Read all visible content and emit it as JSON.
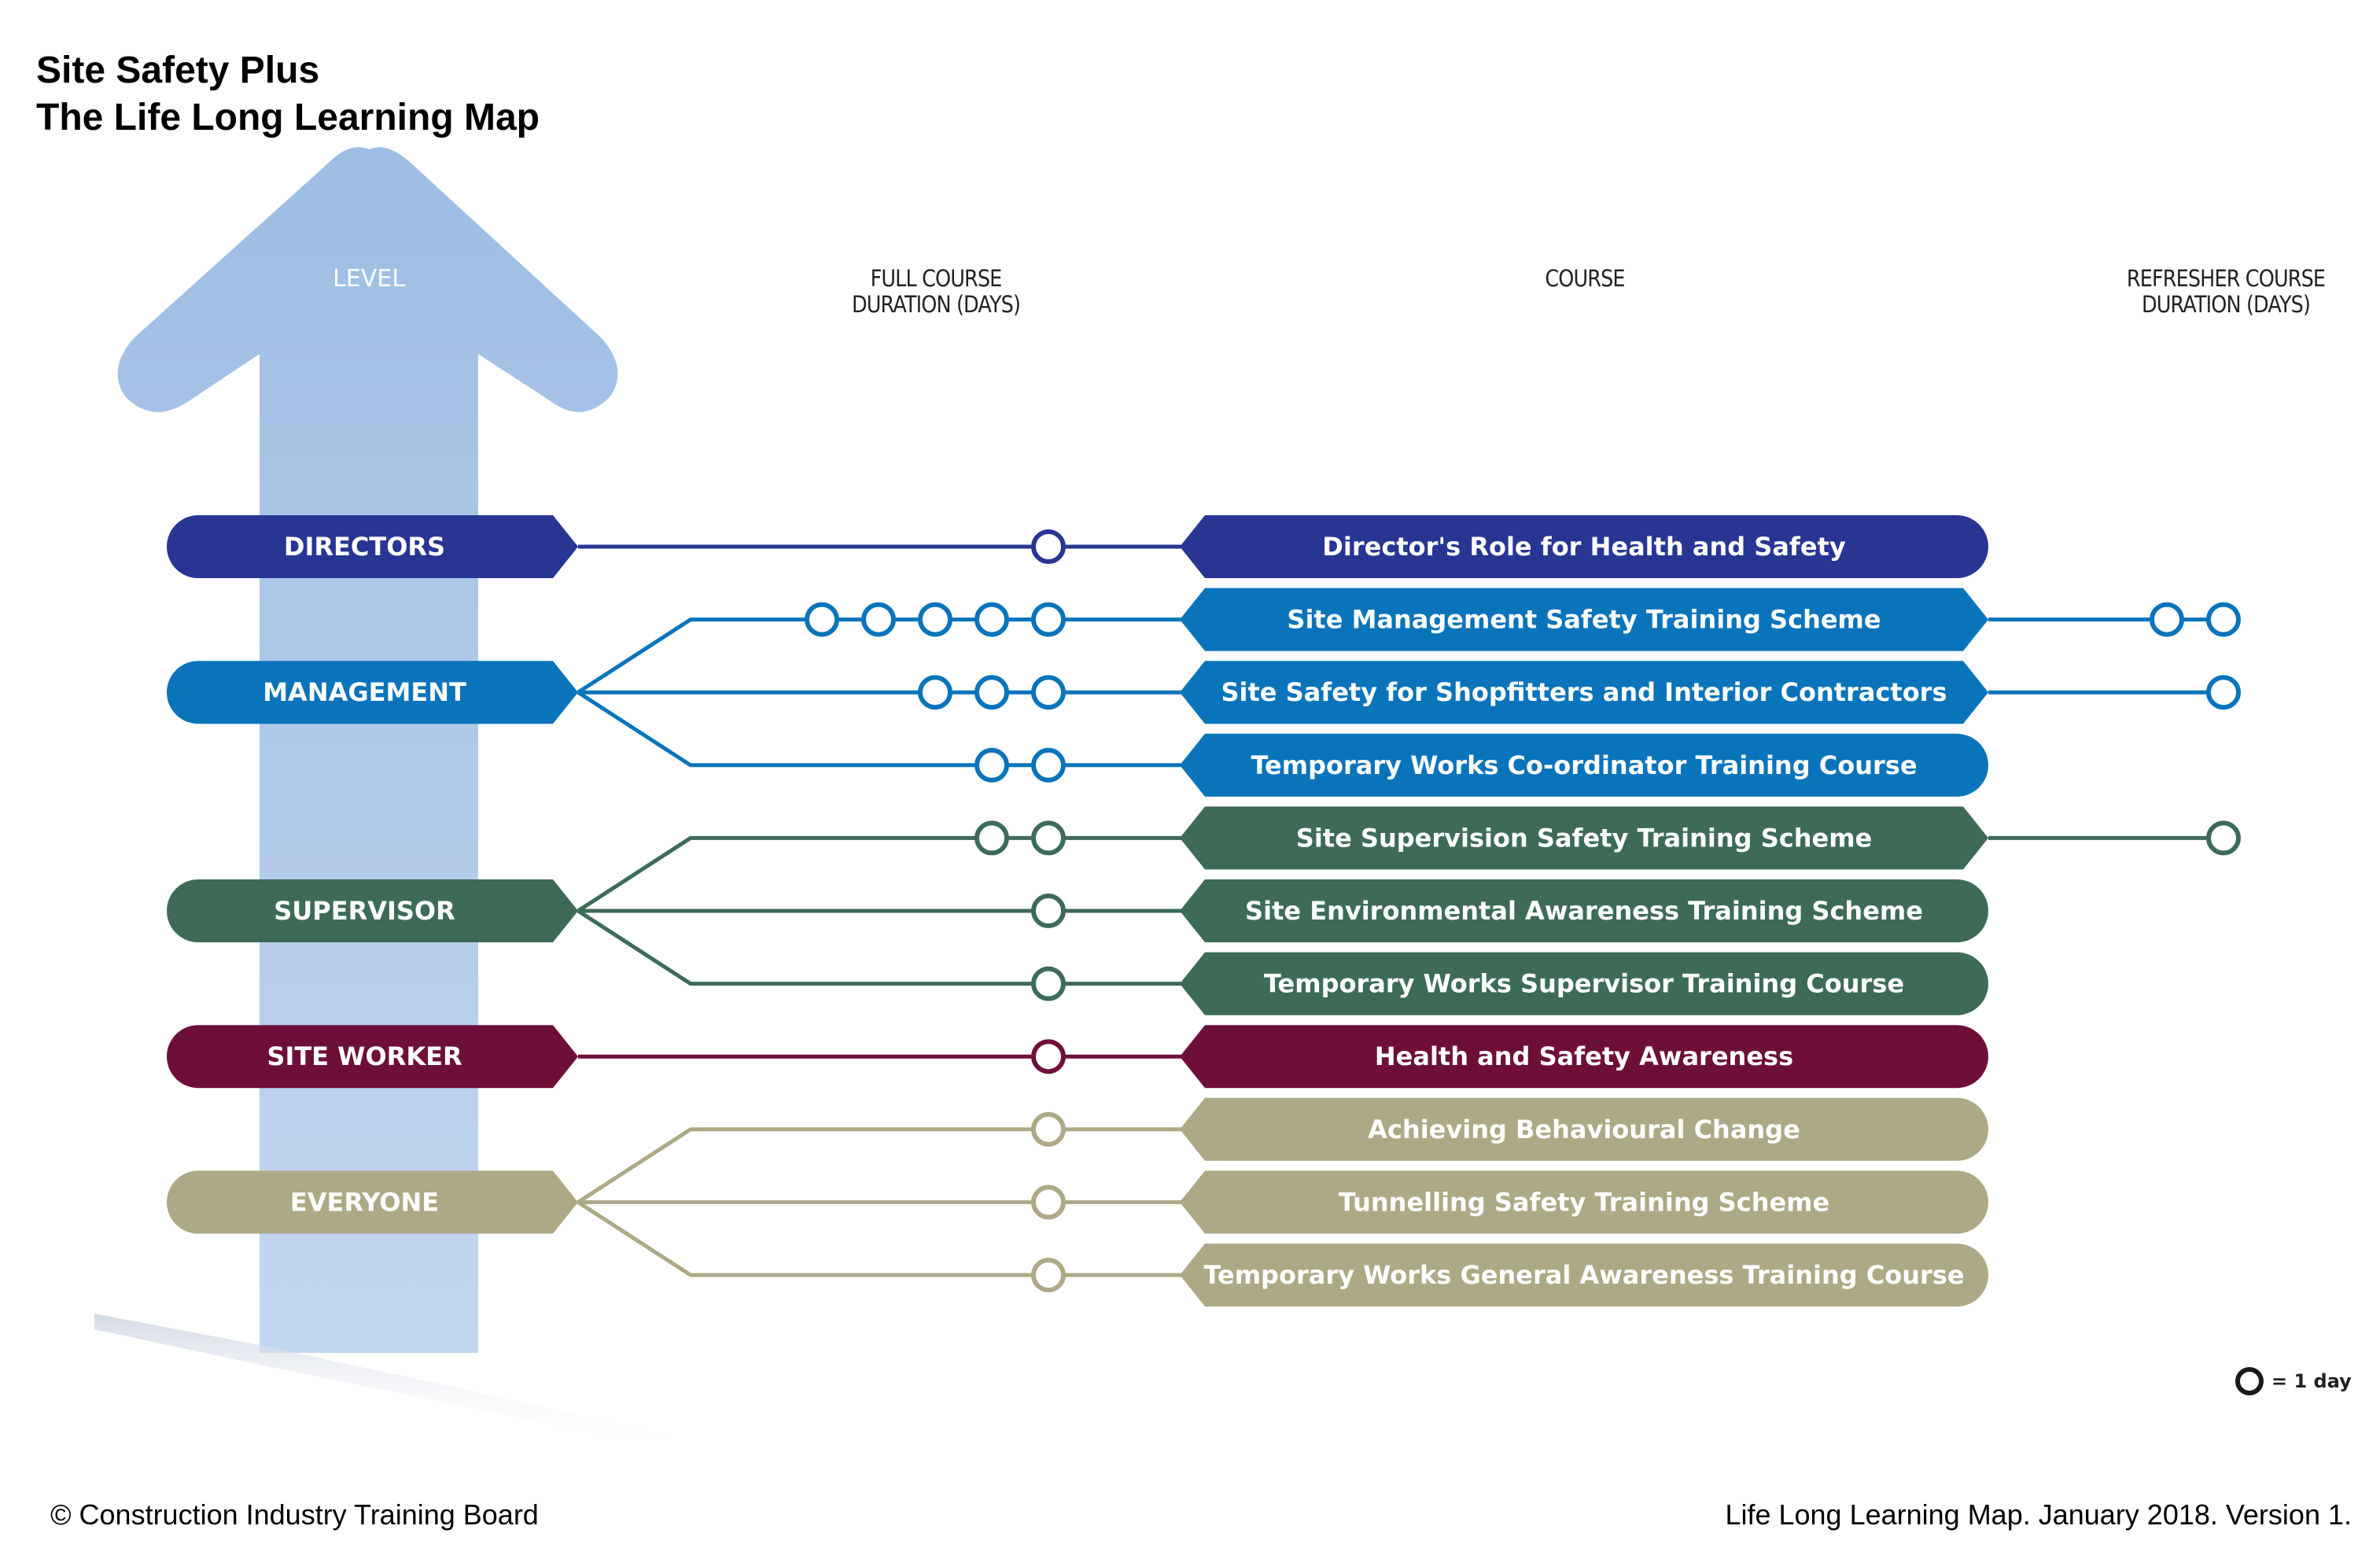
{
  "header": {
    "title_line1": "Site Safety Plus",
    "title_line2": "The Life Long Learning Map"
  },
  "columns": {
    "level": "LEVEL",
    "full_duration_line1": "FULL COURSE",
    "full_duration_line2": "DURATION (DAYS)",
    "course": "COURSE",
    "refresher_line1": "REFRESHER COURSE",
    "refresher_line2": "DURATION (DAYS)"
  },
  "colors": {
    "arrow": "#9dbde3",
    "directors": "#283593",
    "management": "#0a74bb",
    "supervisor": "#3d6b58",
    "site_worker": "#6e0f3a",
    "everyone": "#ada886"
  },
  "levels": [
    {
      "id": "directors",
      "label": "DIRECTORS",
      "color_key": "directors",
      "courses": [
        0
      ]
    },
    {
      "id": "management",
      "label": "MANAGEMENT",
      "color_key": "management",
      "courses": [
        1,
        2,
        3
      ]
    },
    {
      "id": "supervisor",
      "label": "SUPERVISOR",
      "color_key": "supervisor",
      "courses": [
        4,
        5,
        6
      ]
    },
    {
      "id": "site-worker",
      "label": "SITE WORKER",
      "color_key": "site_worker",
      "courses": [
        7
      ]
    },
    {
      "id": "everyone",
      "label": "EVERYONE",
      "color_key": "everyone",
      "courses": [
        8,
        9,
        10
      ]
    }
  ],
  "courses": [
    {
      "name": "Director's Role for Health and Safety",
      "level": "directors",
      "full_days": 1,
      "refresher_days": 0
    },
    {
      "name": "Site Management Safety Training Scheme",
      "level": "management",
      "full_days": 5,
      "refresher_days": 2
    },
    {
      "name": "Site Safety for Shopfitters and Interior Contractors",
      "level": "management",
      "full_days": 3,
      "refresher_days": 1
    },
    {
      "name": "Temporary Works Co-ordinator Training Course",
      "level": "management",
      "full_days": 2,
      "refresher_days": 0
    },
    {
      "name": "Site Supervision Safety Training Scheme",
      "level": "supervisor",
      "full_days": 2,
      "refresher_days": 1
    },
    {
      "name": "Site Environmental Awareness Training Scheme",
      "level": "supervisor",
      "full_days": 1,
      "refresher_days": 0
    },
    {
      "name": "Temporary Works Supervisor Training Course",
      "level": "supervisor",
      "full_days": 1,
      "refresher_days": 0
    },
    {
      "name": "Health and Safety Awareness",
      "level": "site_worker",
      "full_days": 1,
      "refresher_days": 0
    },
    {
      "name": "Achieving Behavioural Change",
      "level": "everyone",
      "full_days": 1,
      "refresher_days": 0
    },
    {
      "name": "Tunnelling Safety Training Scheme",
      "level": "everyone",
      "full_days": 1,
      "refresher_days": 0
    },
    {
      "name": "Temporary Works General Awareness Training Course",
      "level": "everyone",
      "full_days": 1,
      "refresher_days": 0
    }
  ],
  "legend": {
    "icon": "circle-outline-icon",
    "text": "= 1 day"
  },
  "footer": {
    "copyright": "© Construction Industry Training Board",
    "version": "Life Long Learning Map. January 2018. Version 1."
  }
}
